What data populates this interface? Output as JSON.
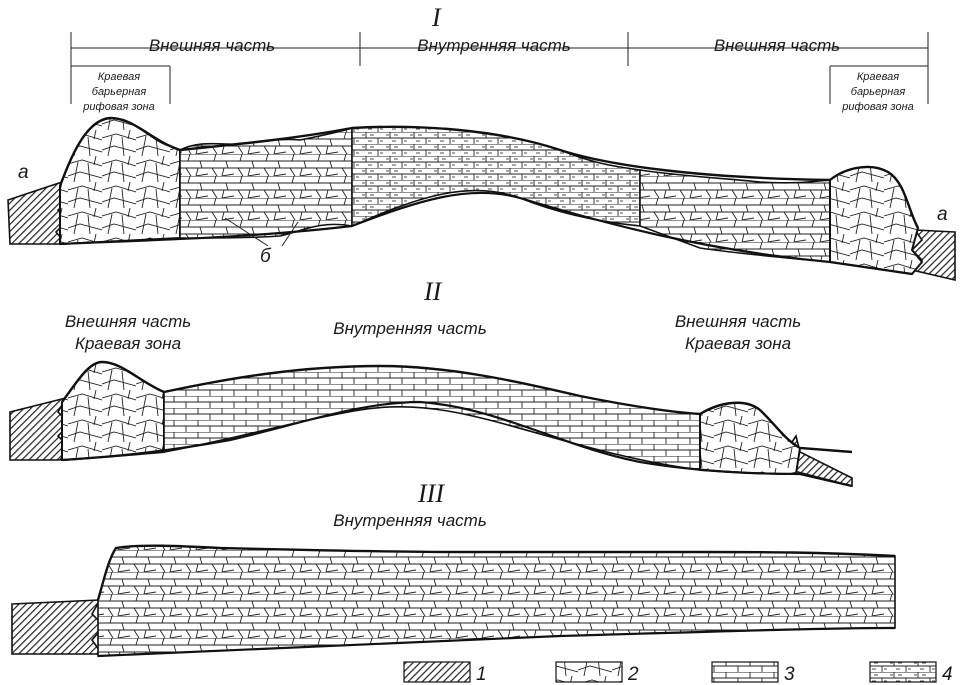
{
  "section_I": {
    "numeral": "I",
    "outer_left": "Внешняя часть",
    "inner": "Внутренняя часть",
    "outer_right": "Внешняя часть",
    "reef_zone_left": [
      "Краевая",
      "барьерная",
      "рифовая зона"
    ],
    "reef_zone_right": [
      "Краевая",
      "барьерная",
      "рифовая зона"
    ],
    "marker_a_left": "а",
    "marker_a_right": "а",
    "marker_b": "б"
  },
  "section_II": {
    "numeral": "II",
    "outer_left": [
      "Внешняя часть",
      "Краевая зона"
    ],
    "inner": "Внутренняя часть",
    "outer_right": [
      "Внешняя часть",
      "Краевая зона"
    ]
  },
  "section_III": {
    "numeral": "III",
    "inner": "Внутренняя часть"
  },
  "legend": [
    {
      "num": "1",
      "pattern": "hatched"
    },
    {
      "num": "2",
      "pattern": "reef-blocks"
    },
    {
      "num": "3",
      "pattern": "brick"
    },
    {
      "num": "4",
      "pattern": "brick-dashed"
    }
  ]
}
